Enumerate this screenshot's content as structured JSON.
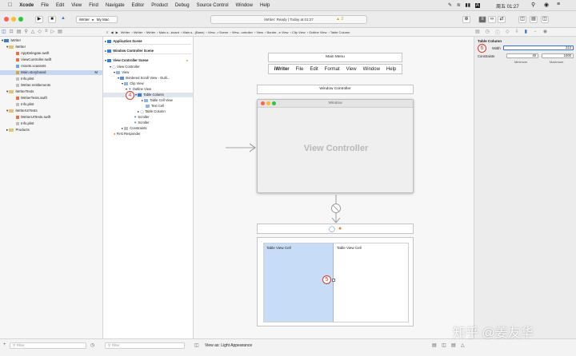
{
  "menubar": {
    "app": "Xcode",
    "items": [
      "File",
      "Edit",
      "View",
      "Find",
      "Navigate",
      "Editor",
      "Product",
      "Debug",
      "Source Control",
      "Window",
      "Help"
    ],
    "clock": "周五 01:27"
  },
  "toolbar": {
    "scheme": "iWriter",
    "destination": "My Mac",
    "status": "iWriter: Ready | Today at 01:27",
    "warning_count": "2"
  },
  "jumpbar": [
    "iWriter",
    "iWriter",
    "iWriter",
    "Main.s...board",
    "Main.s...(Base)",
    "View...r Scene",
    "View...ontroller",
    "View",
    "Border...e View",
    "Clip View",
    "Outline View",
    "Table Column"
  ],
  "navigator": {
    "items": [
      {
        "label": "iWriter",
        "kind": "project"
      },
      {
        "label": "iWriter",
        "kind": "folder"
      },
      {
        "label": "AppDelegate.swift",
        "kind": "swift"
      },
      {
        "label": "ViewController.swift",
        "kind": "swift"
      },
      {
        "label": "Assets.xcassets",
        "kind": "assets"
      },
      {
        "label": "Main.storyboard",
        "kind": "storyboard",
        "badge": "M",
        "selected": true
      },
      {
        "label": "Info.plist",
        "kind": "plist"
      },
      {
        "label": "iWriter.entitlements",
        "kind": "plist"
      },
      {
        "label": "iWriterTests",
        "kind": "folder"
      },
      {
        "label": "iWriterTests.swift",
        "kind": "swift"
      },
      {
        "label": "Info.plist",
        "kind": "plist"
      },
      {
        "label": "iWriterUITests",
        "kind": "folder"
      },
      {
        "label": "iWriterUITests.swift",
        "kind": "swift"
      },
      {
        "label": "Info.plist",
        "kind": "plist"
      },
      {
        "label": "Products",
        "kind": "folder"
      }
    ],
    "filter_placeholder": "Filter"
  },
  "outline": {
    "items": [
      {
        "label": "Application Scene"
      },
      {
        "label": "Window Controller Scene"
      },
      {
        "label": "View Controller Scene"
      },
      {
        "label": "View Controller"
      },
      {
        "label": "View"
      },
      {
        "label": "Bordered Scroll View - Outli..."
      },
      {
        "label": "Clip View"
      },
      {
        "label": "Outline View"
      },
      {
        "label": "Table Column"
      },
      {
        "label": "Table Cell View"
      },
      {
        "label": "Text Cell"
      },
      {
        "label": "Table Column"
      },
      {
        "label": "Scroller"
      },
      {
        "label": "Scroller"
      },
      {
        "label": "Constraints"
      },
      {
        "label": "First Responder"
      }
    ],
    "filter_placeholder": "Filter"
  },
  "canvas": {
    "main_menu_title": "Main Menu",
    "menubar_items": [
      "iWriter",
      "File",
      "Edit",
      "Format",
      "View",
      "Window",
      "Help"
    ],
    "window_controller_title": "Window Controller",
    "window_title": "Window",
    "view_controller_label": "View Controller",
    "cell_left": "Table View Cell",
    "cell_right": "Table View Cell"
  },
  "inspector": {
    "section": "Table Column",
    "width_label": "Width",
    "width_value": "213",
    "constraints_label": "Constraints",
    "min_value": "40",
    "max_value": "1000",
    "min_label": "Minimum",
    "max_label": "Maximum"
  },
  "callouts": [
    "4",
    "5",
    "6"
  ],
  "bottombar": {
    "view_as": "View as: Light Appearance"
  },
  "watermark": "知乎 @姜友华",
  "colors": {
    "selection": "#c7d7ef",
    "callout": "#d43a2a",
    "accent": "#2f6fd6",
    "column_highlight": "#c7dcf7"
  }
}
